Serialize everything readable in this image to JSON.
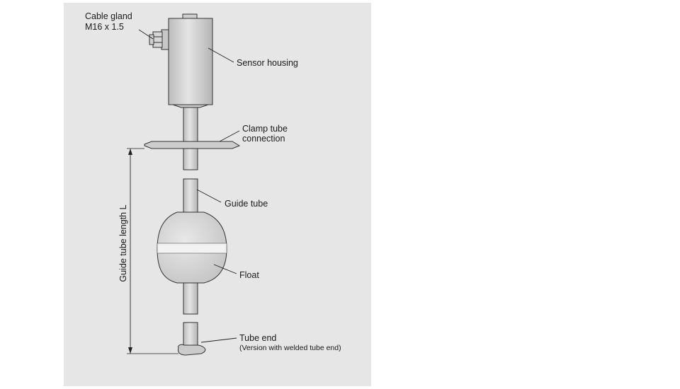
{
  "labels": {
    "cable_gland_line1": "Cable gland",
    "cable_gland_line2": "M16 x 1.5",
    "sensor_housing": "Sensor housing",
    "clamp_tube_line1": "Clamp tube",
    "clamp_tube_line2": "connection",
    "guide_tube": "Guide tube",
    "float": "Float",
    "tube_end": "Tube end",
    "tube_end_note": "(Version with welded tube end)",
    "guide_tube_length": "Guide tube length L"
  },
  "colors": {
    "panel_background": "#e6e6e6",
    "page_background": "#ffffff",
    "metal_fill": "#d3d3d3",
    "outline": "#333333"
  }
}
